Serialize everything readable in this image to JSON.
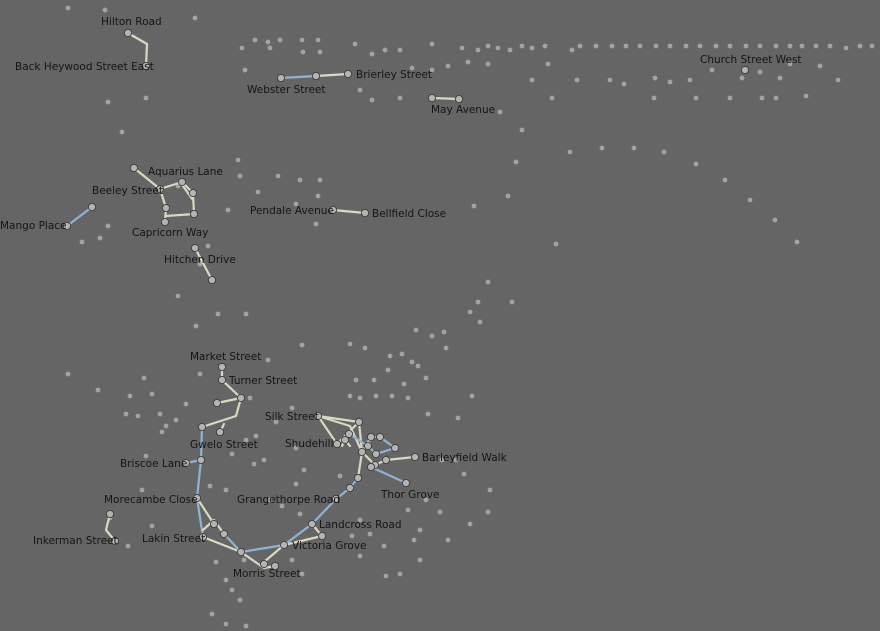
{
  "colors": {
    "background": "#656565",
    "road_minor": "#d9d8c0",
    "road_major": "#8fb3d6",
    "node_fill": "#b4b4b4",
    "node_stroke": "#3c3c3c",
    "dot": "#a3a3a3",
    "label": "#151515"
  },
  "streets": [
    {
      "id": "hilton-road",
      "label": "Hilton Road"
    },
    {
      "id": "back-heywood-street-east",
      "label": "Back Heywood Street East"
    },
    {
      "id": "webster-street",
      "label": "Webster Street"
    },
    {
      "id": "brierley-street",
      "label": "Brierley Street"
    },
    {
      "id": "may-avenue",
      "label": "May Avenue"
    },
    {
      "id": "church-street-west",
      "label": "Church Street West"
    },
    {
      "id": "aquarius-lane",
      "label": "Aquarius Lane"
    },
    {
      "id": "beeley-street",
      "label": "Beeley Street"
    },
    {
      "id": "mango-place",
      "label": "Mango Place"
    },
    {
      "id": "capricorn-way",
      "label": "Capricorn Way"
    },
    {
      "id": "hitchen-drive",
      "label": "Hitchen Drive"
    },
    {
      "id": "pendale-avenue",
      "label": "Pendale Avenue"
    },
    {
      "id": "bellfield-close",
      "label": "Bellfield Close"
    },
    {
      "id": "market-street",
      "label": "Market Street"
    },
    {
      "id": "turner-street",
      "label": "Turner Street"
    },
    {
      "id": "silk-street",
      "label": "Silk Street"
    },
    {
      "id": "shudehill",
      "label": "Shudehill"
    },
    {
      "id": "gwelo-street",
      "label": "Gwelo Street"
    },
    {
      "id": "barleyfield-walk",
      "label": "Barleyfield Walk"
    },
    {
      "id": "briscoe-lane",
      "label": "Briscoe Lane"
    },
    {
      "id": "thor-grove",
      "label": "Thor Grove"
    },
    {
      "id": "grangethorpe-road",
      "label": "Grangethorpe Road"
    },
    {
      "id": "morecambe-close",
      "label": "Morecambe Close"
    },
    {
      "id": "landcross-road",
      "label": "Landcross Road"
    },
    {
      "id": "inkerman-street",
      "label": "Inkerman Street"
    },
    {
      "id": "lakin-street",
      "label": "Lakin Street"
    },
    {
      "id": "victoria-grove",
      "label": "Victoria Grove"
    },
    {
      "id": "morris-street",
      "label": "Morris Street"
    }
  ]
}
